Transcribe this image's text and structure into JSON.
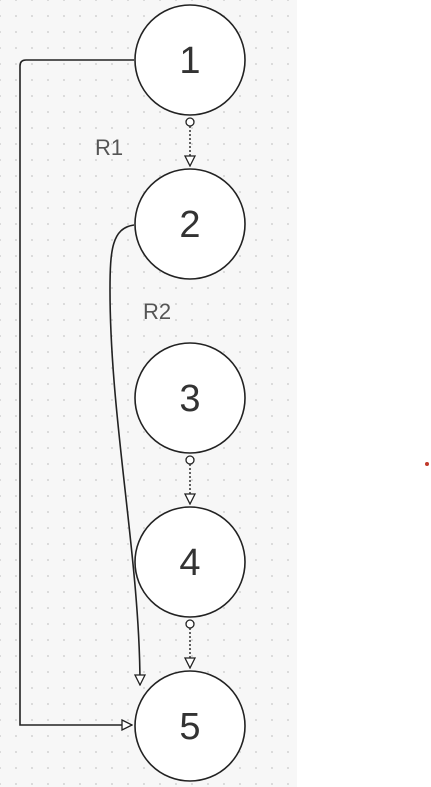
{
  "nodes": [
    {
      "id": "1",
      "label": "1"
    },
    {
      "id": "2",
      "label": "2"
    },
    {
      "id": "3",
      "label": "3"
    },
    {
      "id": "4",
      "label": "4"
    },
    {
      "id": "5",
      "label": "5"
    }
  ],
  "regions": [
    {
      "id": "R1",
      "label": "R1"
    },
    {
      "id": "R2",
      "label": "R2"
    }
  ],
  "edges": [
    {
      "from": "1",
      "to": "2",
      "style": "dotted"
    },
    {
      "from": "3",
      "to": "4",
      "style": "dotted"
    },
    {
      "from": "4",
      "to": "5",
      "style": "dotted"
    },
    {
      "from": "1",
      "to": "5",
      "style": "solid"
    },
    {
      "from": "2",
      "to": "5",
      "style": "solid"
    }
  ],
  "colors": {
    "stroke": "#222222",
    "text": "#333333",
    "region_text": "#555555",
    "grid_bg": "#f7f7f7",
    "marker": "#c0392b"
  }
}
